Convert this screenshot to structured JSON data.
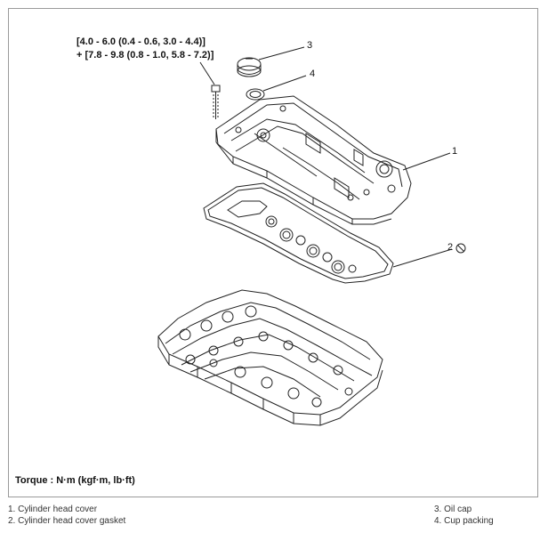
{
  "torque_spec": {
    "line1": "[4.0 - 6.0 (0.4 - 0.6, 3.0 - 4.4)]",
    "line2": "+ [7.8 - 9.8 (0.8 - 1.0, 5.8 - 7.2)]"
  },
  "callouts": {
    "c1": "1",
    "c2": "2",
    "c3": "3",
    "c4": "4"
  },
  "torque_caption": "Torque : N·m (kgf·m, lb·ft)",
  "legend": {
    "item1": "1. Cylinder head cover",
    "item2": "2. Cylinder head cover gasket",
    "item3": "3. Oil cap",
    "item4": "4. Cup packing"
  },
  "colors": {
    "line": "#222222",
    "frame": "#9a9a9a"
  },
  "icons": {
    "replace_part": "no-reuse-circle-slash-icon"
  }
}
